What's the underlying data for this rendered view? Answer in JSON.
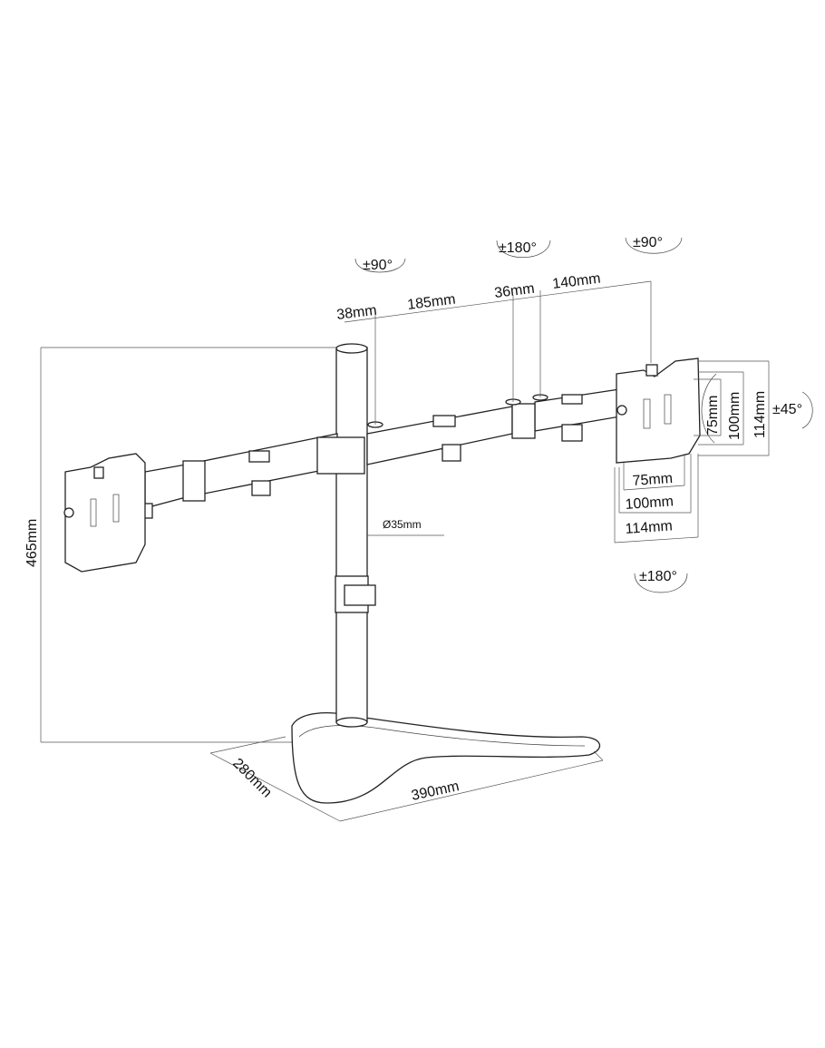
{
  "title": "Dual monitor desk stand dimension drawing",
  "dimensions": {
    "height": "465mm",
    "base_depth": "280mm",
    "base_width": "390mm",
    "pole_diameter": "Ø35mm",
    "arm_segments": [
      "38mm",
      "185mm",
      "36mm",
      "140mm"
    ]
  },
  "vesa": {
    "vertical": [
      "75mm",
      "100mm",
      "114mm"
    ],
    "horizontal": [
      "75mm",
      "100mm",
      "114mm"
    ]
  },
  "rotations": {
    "arm_joint_1": "±90°",
    "arm_joint_2": "±180°",
    "head_tilt": "±90°",
    "head_swivel": "±45°",
    "head_rotate": "±180°"
  },
  "colors": {
    "line": "#222222",
    "background": "#ffffff"
  }
}
